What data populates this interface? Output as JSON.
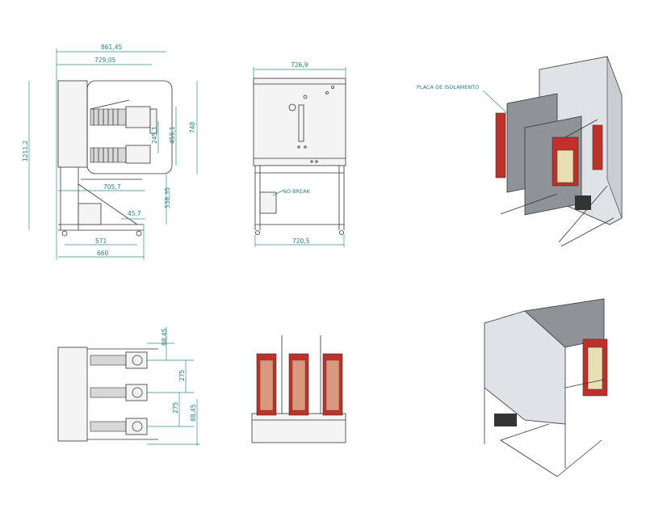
{
  "drawing": {
    "side_view": {
      "dims": {
        "overall_width": "861,45",
        "upper_width": "729,05",
        "height_total": "1211,2",
        "height_748": "748",
        "height_4591": "459,1",
        "height_2451": "245,1",
        "lower_7057": "705,7",
        "height_53835": "538,35",
        "offset_457": "45,7",
        "base_571": "571",
        "base_660": "660"
      }
    },
    "front_view": {
      "dims": {
        "top_width": "726,9",
        "bottom_width": "720,5"
      },
      "label_no_break": "NO BREAK"
    },
    "iso_top": {
      "label_placa": "PLACA DE ISOLAMENTO"
    },
    "top_view": {
      "dims": {
        "d1": "88,45",
        "d2": "275",
        "d3": "275",
        "d4": "88,45"
      }
    },
    "colors": {
      "dimension": "#1e7f7f",
      "breaker_red": "#c0302a",
      "insulator_cream": "#e9dfb5",
      "frame_grey": "#b8bcc2",
      "plate_grey": "#8f9399"
    }
  }
}
